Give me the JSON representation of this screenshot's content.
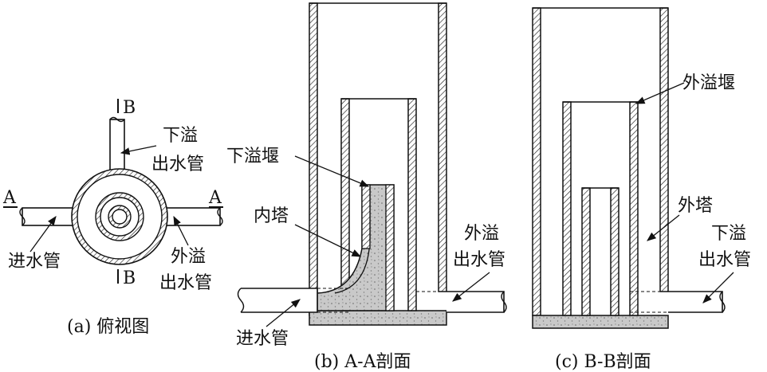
{
  "view_a": {
    "caption": "(a) 俯视图",
    "section_a_left": "A",
    "section_a_right": "A",
    "section_b_top": "B",
    "section_b_bottom": "B",
    "label_downflow_pipe_1": "下溢",
    "label_downflow_pipe_2": "出水管",
    "label_inlet": "进水管",
    "label_overflow_pipe_1": "外溢",
    "label_overflow_pipe_2": "出水管"
  },
  "view_b": {
    "caption": "(b) A-A剖面",
    "label_down_weir": "下溢堰",
    "label_inner_tower": "内塔",
    "label_overflow_pipe_1": "外溢",
    "label_overflow_pipe_2": "出水管",
    "label_inlet": "进水管"
  },
  "view_c": {
    "caption": "(c) B-B剖面",
    "label_outer_weir": "外溢堰",
    "label_outer_tower": "外塔",
    "label_downflow_pipe_1": "下溢",
    "label_downflow_pipe_2": "出水管"
  }
}
